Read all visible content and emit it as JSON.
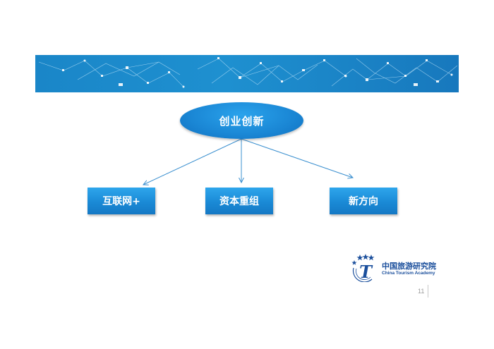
{
  "diagram": {
    "root": "创业创新",
    "children": [
      "互联网+",
      "资本重组",
      "新方向"
    ]
  },
  "logo": {
    "name_cn": "中国旅游研究院",
    "name_en": "China Tourism Academy",
    "mark_letter": "T"
  },
  "page_number": "11",
  "colors": {
    "primary_blue": "#1a86d4",
    "banner_blue": "#1e90d0",
    "arrow_blue": "#3a8fcf",
    "logo_blue": "#1b4f9c"
  }
}
